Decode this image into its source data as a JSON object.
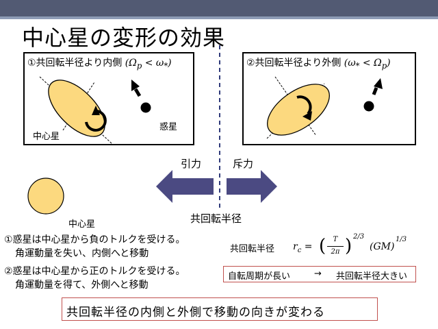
{
  "slide": {
    "title": "中心星の変形の効果"
  },
  "panel_inner": {
    "label": "①共回転半径より内側",
    "cond_lhs": "Ω",
    "cond_lhs_sub": "p",
    "cond_op": " < ",
    "cond_rhs": "ω",
    "cond_rhs_sub": "*",
    "star_label": "中心星",
    "planet_label": "惑星"
  },
  "panel_outer": {
    "label": "②共回転半径より外側",
    "cond_lhs": "ω",
    "cond_lhs_sub": "*",
    "cond_op": " < ",
    "cond_rhs": "Ω",
    "cond_rhs_sub": "p"
  },
  "forces": {
    "attract": "引力",
    "repel": "斥力",
    "corotation": "共回転半径"
  },
  "central_star_label": "中心星",
  "notes": [
    {
      "line1": "①惑星は中心星から負のトルクを受ける。",
      "line2": "角運動量を失い、内側へと移動"
    },
    {
      "line1": "②惑星は中心星から正のトルクを受ける。",
      "line2": "角運動量を得て、外側へと移動"
    }
  ],
  "formula": {
    "label": "共回転半径",
    "r": "r",
    "r_sub": "c",
    "eq": " = ",
    "num": "T",
    "den": "2π",
    "exp1": "2/3",
    "gm": "(GM)",
    "exp2": "1/3"
  },
  "relation": {
    "left": "自転周期が長い",
    "arrow": "→",
    "right": "共回転半径大きい"
  },
  "conclusion": "共回転半径の内側と外側で移動の向きが変わる",
  "colors": {
    "star_fill": "#fcd97f",
    "arrow_fill": "#4b4a82",
    "box_border": "#c0504d",
    "topbar": "#525a73"
  }
}
